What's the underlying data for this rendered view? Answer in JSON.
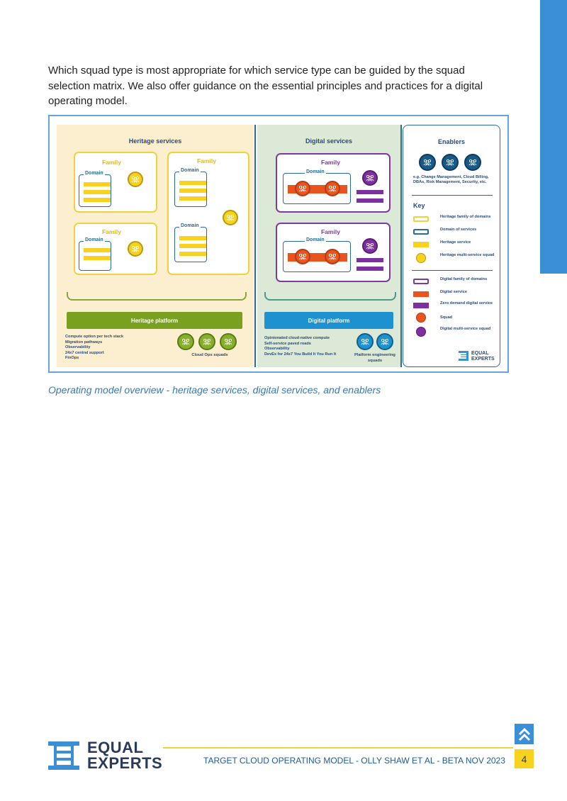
{
  "intro": "Which squad type is most appropriate for which service type can be guided by the squad selection matrix. We also offer guidance on the essential principles and practices for a digital operating model.",
  "caption": "Operating model overview - heritage services, digital services, and enablers",
  "diagram": {
    "heritage": {
      "title": "Heritage services",
      "family_label": "Family",
      "domain_label": "Domain",
      "platform": "Heritage platform",
      "platform_items": [
        "Compute option per tech stack",
        "Migration pathways",
        "Observability",
        "24x7 central support",
        "FinOps"
      ],
      "squads_label": "Cloud Ops squads"
    },
    "digital": {
      "title": "Digital services",
      "family_label": "Family",
      "domain_label": "Domain",
      "platform": "Digital platform",
      "platform_items": [
        "Opinionated cloud-native compute",
        "Self-service paved roads",
        "Observability",
        "DevEx for 24x7 You Build It You Run It"
      ],
      "squads_label": "Platform engineering squads"
    },
    "enablers": {
      "title": "Enablers",
      "examples": "e.g. Change Management, Cloud Billing, DBAs, Risk Management, Security, etc.",
      "key_title": "Key",
      "key": [
        {
          "label": "Heritage family of domains",
          "color": "#f0d23c"
        },
        {
          "label": "Domain of services",
          "color": "#2a6aa0"
        },
        {
          "label": "Heritage service",
          "color": "#f7d21e"
        },
        {
          "label": "Heritage multi-service squad",
          "color": "#f5d21e"
        },
        {
          "label": "Digital family of domains",
          "color": "#7e3aa0"
        },
        {
          "label": "Digital service",
          "color": "#e8531e"
        },
        {
          "label": "Zero demand digital service",
          "color": "#7e2fa0"
        },
        {
          "label": "Squad",
          "color": "#e8531e"
        },
        {
          "label": "Digital multi-service squad",
          "color": "#7e2fa0"
        }
      ],
      "logo_line1": "EQUAL",
      "logo_line2": "EXPERTS"
    }
  },
  "footer": {
    "logo_line1": "EQUAL",
    "logo_line2": "EXPERTS",
    "text": "TARGET CLOUD OPERATING MODEL  -  OLLY SHAW ET AL - BETA NOV 2023",
    "page": "4"
  }
}
